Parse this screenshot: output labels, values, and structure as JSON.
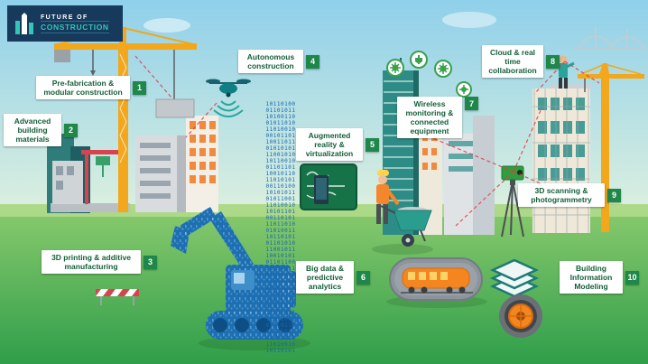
{
  "logo": {
    "line1": "FUTURE OF",
    "line2": "CONSTRUCTION"
  },
  "labels": [
    {
      "num": "1",
      "text": "Pre-fabrication & modular construction"
    },
    {
      "num": "2",
      "text": "Advanced building materials"
    },
    {
      "num": "3",
      "text": "3D printing & additive manufacturing"
    },
    {
      "num": "4",
      "text": "Autonomous construction"
    },
    {
      "num": "5",
      "text": "Augmented reality & virtualization"
    },
    {
      "num": "6",
      "text": "Big data & predictive analytics"
    },
    {
      "num": "7",
      "text": "Wireless monitoring & connected equipment"
    },
    {
      "num": "8",
      "text": "Cloud & real time collaboration"
    },
    {
      "num": "9",
      "text": "3D scanning & photogrammetry"
    },
    {
      "num": "10",
      "text": "Building Information Modeling"
    }
  ],
  "scene": {
    "binary_stream": "10110100\n01101011\n10100110\n01011010\n11010010\n00101101\n10011011\n01010101\n11001010\n10110010\n01101101\n10010110\n11010101\n00110100\n10101011\n01011001\n11010010\n10101101\n00110101\n11011010\n01010011\n10110101\n01101010\n11001011\n10010101\n01101100\n10110011\n01010110\n11010100\n10101011\n01100101\n10110110\n01011010\n10100101\n11011001\n01010110\n10101010\n01101011\n11010010\n10110101"
  },
  "colors": {
    "badge_green": "#1e8749",
    "label_text_green": "#135f38",
    "logo_navy": "#16395c",
    "logo_teal": "#35c4b5",
    "crane_orange": "#f2a71c",
    "binary_blue": "#1a66aa",
    "dashed_red": "#e63946",
    "ground_green": "#3fa24f"
  }
}
